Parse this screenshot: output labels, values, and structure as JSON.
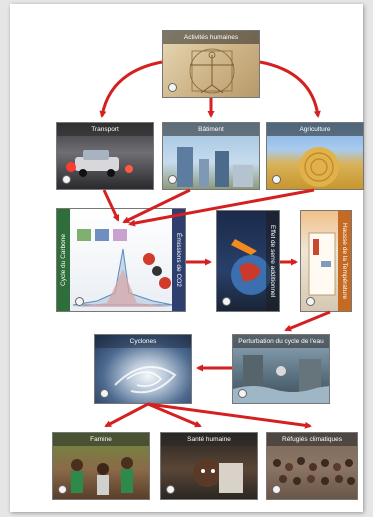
{
  "diagram": {
    "top": {
      "label": "Activités humaines"
    },
    "sources": [
      {
        "label": "Transport"
      },
      {
        "label": "Bâtiment"
      },
      {
        "label": "Agriculture"
      }
    ],
    "middle": [
      {
        "label": "Cycle du Carbone"
      },
      {
        "label": "Émissions de CO2"
      },
      {
        "label": "Effet de serre additionnel"
      },
      {
        "label": "Hausse de la Température"
      }
    ],
    "impacts": [
      {
        "label": "Perturbation du cycle de l'eau"
      },
      {
        "label": "Cyclones"
      }
    ],
    "consequences": [
      {
        "label": "Famine"
      },
      {
        "label": "Santé humaine"
      },
      {
        "label": "Réfugiés climatiques"
      }
    ]
  },
  "colors": {
    "arrow": "#d42020"
  }
}
